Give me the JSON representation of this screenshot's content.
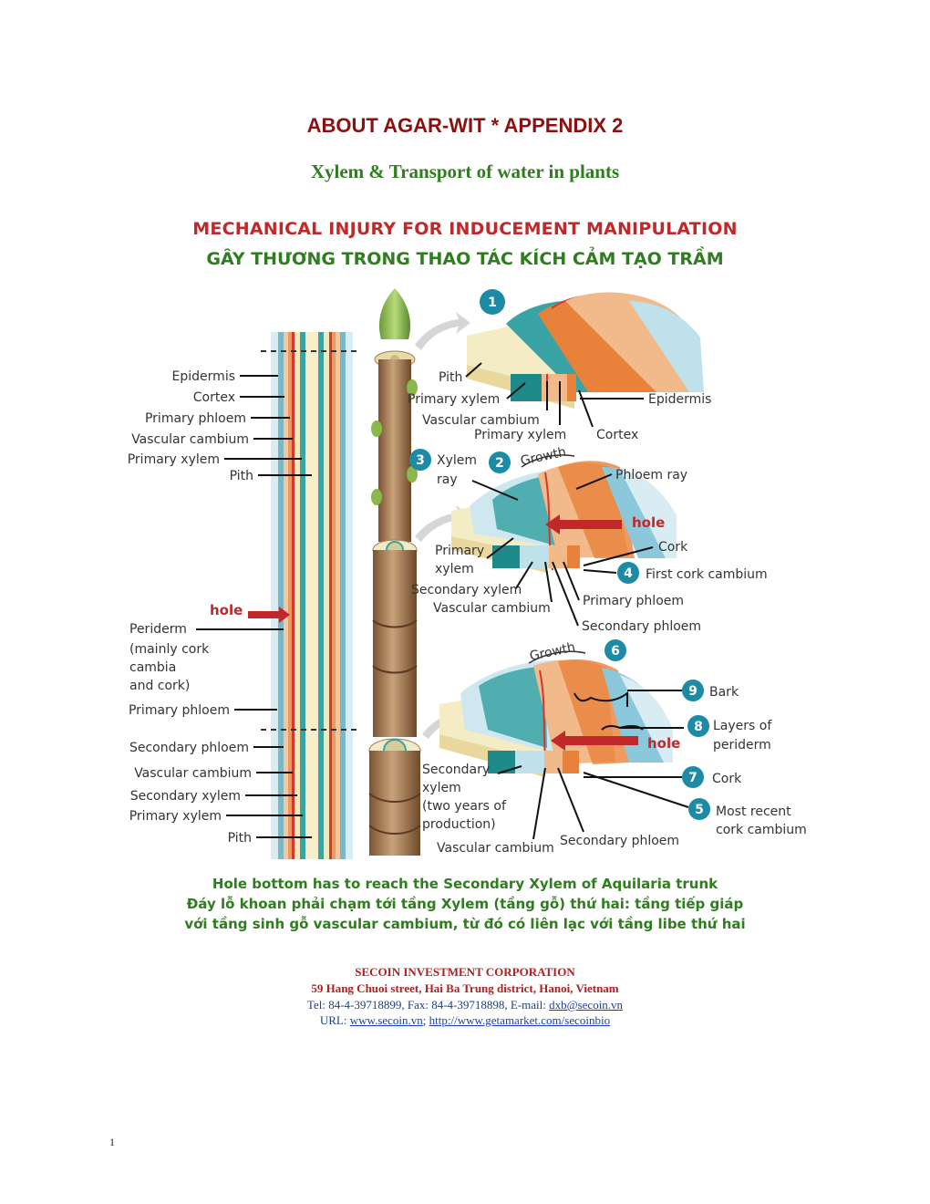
{
  "header": {
    "title": "ABOUT AGAR-WIT * APPENDIX 2",
    "subtitle": "Xylem & Transport of water in plants"
  },
  "figure": {
    "heading_en": "MECHANICAL INJURY FOR INDUCEMENT MANIPULATION",
    "heading_vi": "GÂY THƯƠNG TRONG THAO TÁC KÍCH CẢM TẠO TRẦM",
    "left_labels_top": [
      "Epidermis",
      "Cortex",
      "Primary phloem",
      "Vascular cambium",
      "Primary xylem",
      "Pith"
    ],
    "left_hole": "hole",
    "left_periderm": [
      "Periderm",
      "(mainly cork",
      "cambia",
      "and cork)"
    ],
    "left_labels_bottom": [
      "Primary phloem",
      "Secondary phloem",
      "Vascular cambium",
      "Secondary xylem",
      "Primary xylem",
      "Pith"
    ],
    "sec1": {
      "num": "1",
      "pith": "Pith",
      "primary_xylem": "Primary xylem",
      "vascular_cambium": "Vascular cambium",
      "primary_xylem2": "Primary xylem",
      "epidermis": "Epidermis",
      "cortex": "Cortex"
    },
    "sec2": {
      "num3": "3",
      "xylem": "Xylem",
      "ray": "ray",
      "num2": "2",
      "growth": "Growth",
      "phloem_ray": "Phloem ray",
      "hole": "hole",
      "primary": "Primary",
      "xylem2": "xylem",
      "cork": "Cork",
      "num4": "4",
      "first_cork_cambium": "First cork cambium",
      "secondary_xylem": "Secondary xylem",
      "vascular_cambium": "Vascular cambium",
      "primary_phloem": "Primary phloem",
      "secondary_phloem": "Secondary phloem"
    },
    "sec3": {
      "growth": "Growth",
      "num6": "6",
      "num9": "9",
      "bark": "Bark",
      "num8": "8",
      "layers_of": "Layers of",
      "periderm": "periderm",
      "hole": "hole",
      "num7": "7",
      "cork": "Cork",
      "num5": "5",
      "most_recent": "Most recent",
      "cork_cambium": "cork cambium",
      "secondary_xylem_lines": [
        "Secondary",
        "xylem",
        "(two years of",
        "production)"
      ],
      "vascular_cambium": "Vascular cambium",
      "secondary_phloem": "Secondary phloem"
    },
    "caption": [
      "Hole bottom has to reach the Secondary Xylem of Aquilaria trunk",
      "Đáy lỗ khoan phải chạm tới tầng Xylem (tầng gỗ) thứ hai: tầng tiếp giáp",
      "với tầng sinh gỗ vascular cambium, từ đó có liên lạc với tầng libe thứ hai"
    ],
    "company": {
      "name": "SECOIN INVESTMENT CORPORATION",
      "address": "59 Hang Chuoi street, Hai Ba Trung district, Hanoi, Vietnam",
      "contact_prefix": "Tel: 84-4-39718899, Fax: 84-4-39718898, E-mail: ",
      "email": "dxb@secoin.vn",
      "url_prefix": "URL: ",
      "url1": "www.secoin.vn",
      "url_sep": "; ",
      "url2": "http://www.getamarket.com/secoinbio"
    }
  },
  "footer": {
    "page_number": "1"
  },
  "colors": {
    "title": "#8b1010",
    "green": "#2e7d1e",
    "red": "#c0282a",
    "teal_badge": "#1d8aa6"
  }
}
